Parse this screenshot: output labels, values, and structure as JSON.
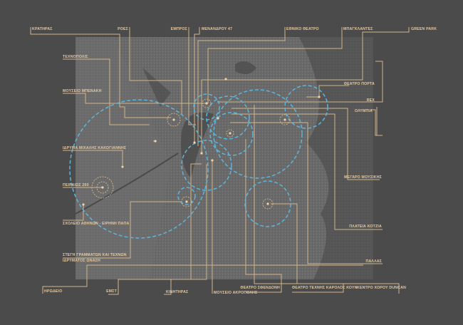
{
  "labels": {
    "kratiras": "ΚΡΑΤΗΡΑΣ",
    "roes": "ΡΟΕΣ",
    "empros": "ΕΜΠΡΟΣ",
    "menandrou": "ΜΕΝΑΝΔΡΟΥ 47",
    "ethniko": "ΕΘΝΙΚΟ ΘΕΑΤΡΟ",
    "bagklantes": "ΜΠΑΓΚΛΑΝΤΕΣ",
    "greenpark": "GREEN PARK",
    "technopolis": "ΤΕΧΝΟΠΟΛΙΣ",
    "benaki": "ΜΟΥΣΕΙΟ ΜΠΕΝΑΚΗ",
    "porta": "ΘΕΑΤΡΟ ΠΟΡΤΑ",
    "rex": "REX",
    "olympia": "ΟΛΥΜΠΙΑ",
    "kakogiannis": "ΙΔΡΥΜΑ ΜΙΧΑΛΗΣ ΚΑΚΟΓΙΑΝΝΗΣ",
    "megaro": "ΜΕΓΑΡΟ ΜΟΥΣΙΚΗΣ",
    "peiraios": "ΠΕΙΡΑΙΩΣ 260",
    "scholeio": "ΣΧΟΛΕΙΟ ΑΘΗΝΩΝ - ΕΙΡΗΝΗ ΠΑΠΑ",
    "kotzia": "ΠΛΑΤΕΙΑ ΚΟΤΖΙΑ",
    "stegi1": "ΣΤΕΓΗ ΓΡΑΜΜΑΤΩΝ ΚΑΙ ΤΕΧΝΩΝ",
    "stegi2": "ΙΔΡΥΜΑΤΟΣ ΩΝΑΣΗ",
    "pallas": "ΠΑΛΛΑΣ",
    "irodeio": "ΗΡΩΔΕΙΟ",
    "emst": "ΕΜΣΤ",
    "kinitiras": "ΚΙΝΗΤΗΡΑΣ",
    "sfendoni": "ΘΕΑΤΡΟ ΣΦΕΝΔΟΝΗ",
    "akropoli": "ΜΟΥΣΕΙΟ ΑΚΡΟΠΟΛΗΣ",
    "koun": "ΘΕΑΤΡΟ ΤΕΧΝΗΣ ΚΑΡΟΛΟΣ ΚΟΥΝ",
    "duncan": "ΚΕΝΤΡΟ ΧΟΡΟΥ DUNCAN"
  },
  "colors": {
    "background": "#4b4b4b",
    "map": "#6b6b6b",
    "lines": "#d2b48c",
    "circles": "#5db5dc"
  }
}
